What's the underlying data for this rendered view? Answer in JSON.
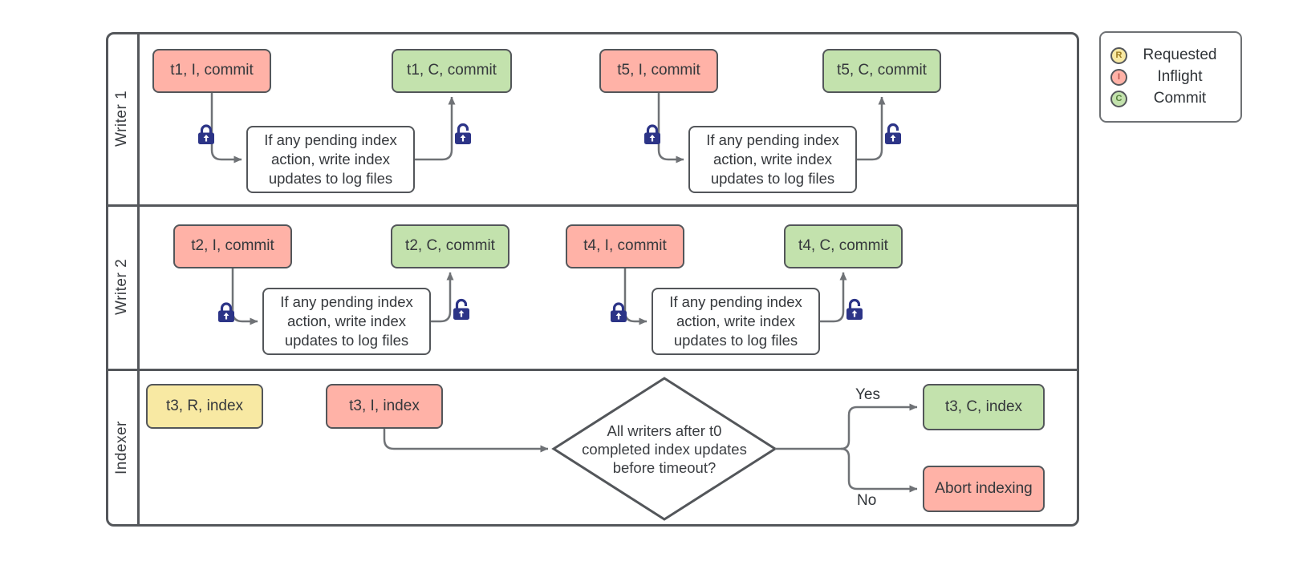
{
  "colors": {
    "inflight_fill": "#ffb2a7",
    "commit_fill": "#c3e2ad",
    "requested_fill": "#f8e9a3",
    "shape_border": "#53565a",
    "arrow": "#6f7276",
    "lock": "#2c3487"
  },
  "icons": {
    "closed_lock": "closed-padlock",
    "open_lock": "open-padlock"
  },
  "lanes": [
    {
      "label": "Writer 1"
    },
    {
      "label": "Writer 2"
    },
    {
      "label": "Indexer"
    }
  ],
  "writer1": {
    "flow1": {
      "start": "t1, I, commit",
      "process": "If any pending index action, write index updates to log files",
      "end": "t1, C, commit"
    },
    "flow2": {
      "start": "t5, I, commit",
      "process": "If any pending index action, write index updates to log files",
      "end": "t5, C, commit"
    }
  },
  "writer2": {
    "flow1": {
      "start": "t2, I, commit",
      "process": "If any pending index action, write index updates to log files",
      "end": "t2, C, commit"
    },
    "flow2": {
      "start": "t4, I, commit",
      "process": "If any pending index action, write index updates to log files",
      "end": "t4, C, commit"
    }
  },
  "indexer": {
    "requested": "t3, R, index",
    "inflight": "t3, I, index",
    "decision": "All writers after t0 completed index updates before timeout?",
    "yes_label": "Yes",
    "no_label": "No",
    "commit": "t3, C, index",
    "abort": "Abort indexing"
  },
  "legend": {
    "items": [
      {
        "symbol": "R",
        "label": "Requested"
      },
      {
        "symbol": "I",
        "label": "Inflight"
      },
      {
        "symbol": "C",
        "label": "Commit"
      }
    ]
  }
}
